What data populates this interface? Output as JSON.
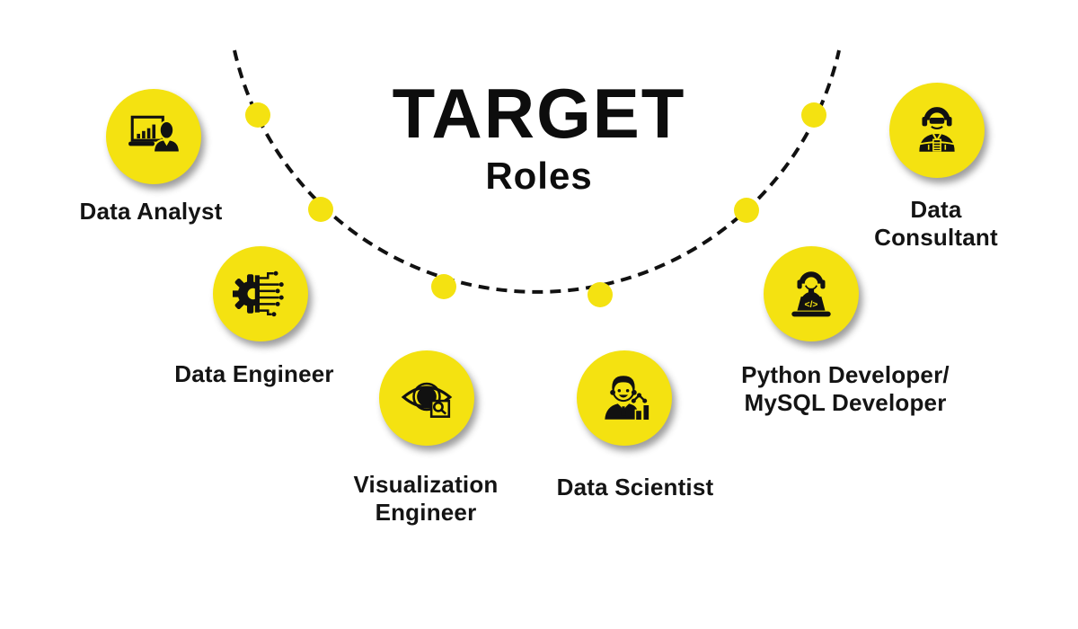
{
  "title": {
    "text": "TARGET",
    "subtitle": "Roles"
  },
  "colors": {
    "accent_yellow": "#F4E211",
    "ink_black": "#121212",
    "background": "#FFFFFF"
  },
  "arc": {
    "style": "dashed",
    "color": "#111111",
    "dot_count": 6,
    "dot_color": "#F4E211"
  },
  "roles": [
    {
      "label": "Data Analyst",
      "icon": "analyst-monitor-chart-icon"
    },
    {
      "label": "Data Engineer",
      "icon": "gear-circuit-icon"
    },
    {
      "label": "Visualization\nEngineer",
      "icon": "eye-magnifier-icon"
    },
    {
      "label": "Data Scientist",
      "icon": "scientist-person-chart-icon"
    },
    {
      "label": "Python Developer/\nMySQL Developer",
      "icon": "developer-laptop-code-icon"
    },
    {
      "label": "Data\nConsultant",
      "icon": "consultant-headset-icon"
    }
  ]
}
